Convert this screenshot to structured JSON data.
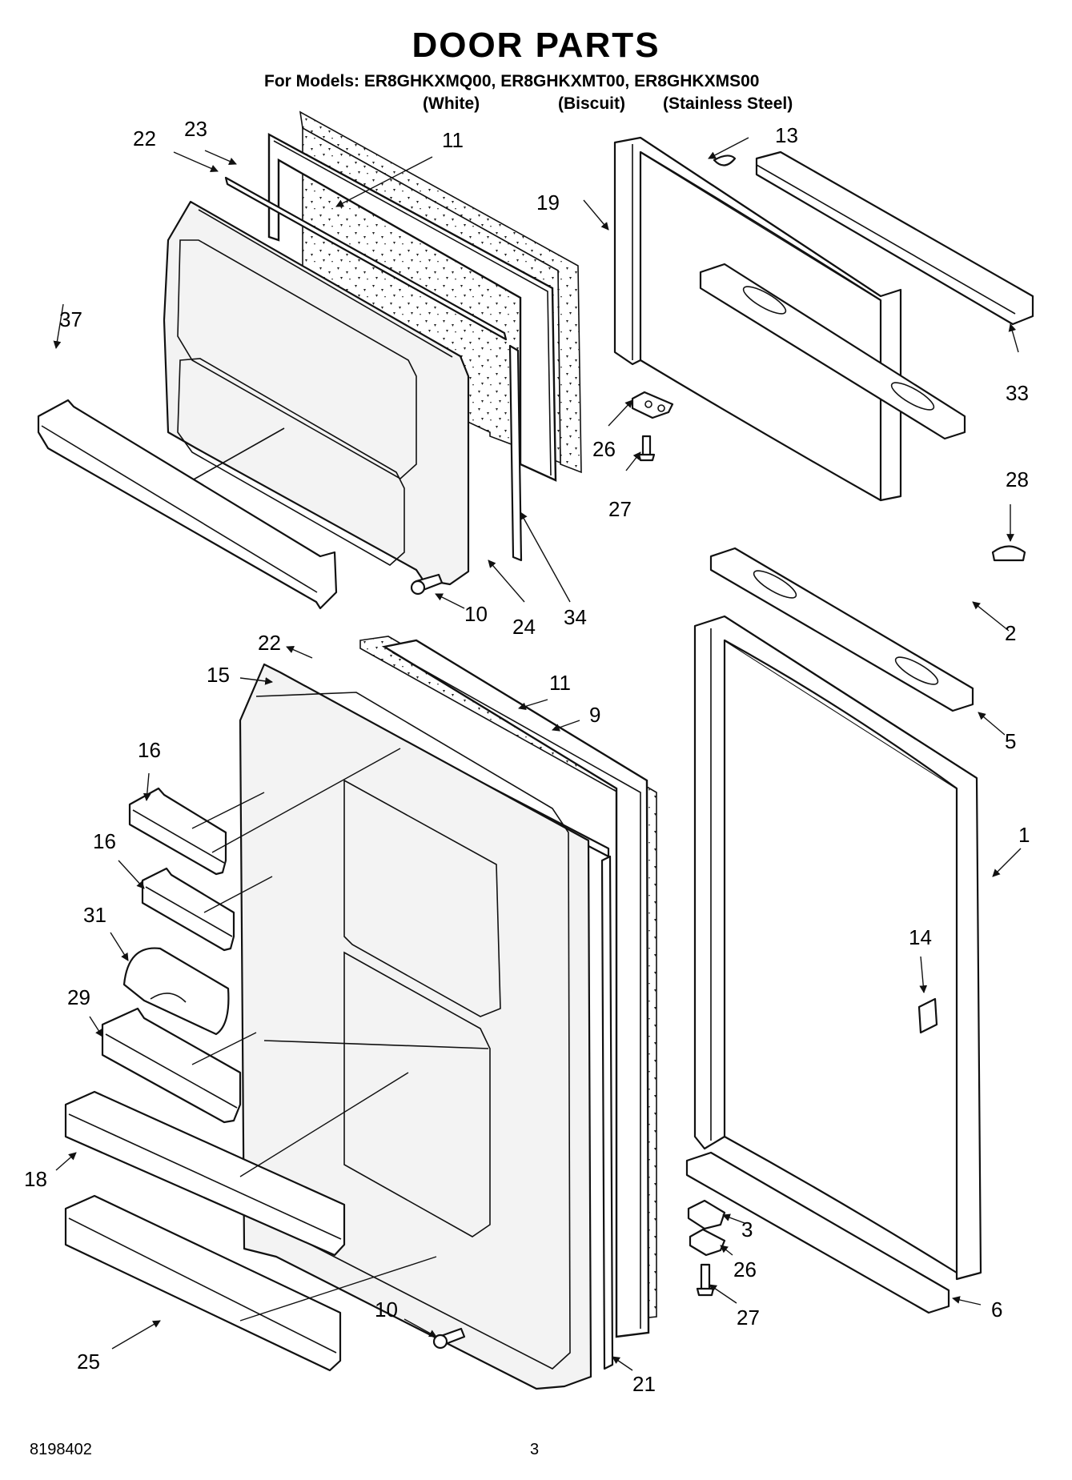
{
  "header": {
    "title": "DOOR PARTS",
    "models_line": "For Models: ER8GHKXMQ00, ER8GHKXMT00, ER8GHKXMS00",
    "variants": [
      "(White)",
      "(Biscuit)",
      "(Stainless Steel)"
    ]
  },
  "callouts": {
    "c1": "1",
    "c2": "2",
    "c3": "3",
    "c5": "5",
    "c6": "6",
    "c9": "9",
    "c10a": "10",
    "c10b": "10",
    "c11a": "11",
    "c11b": "11",
    "c13": "13",
    "c14": "14",
    "c15": "15",
    "c16a": "16",
    "c16b": "16",
    "c18": "18",
    "c19": "19",
    "c21": "21",
    "c22a": "22",
    "c22b": "22",
    "c23": "23",
    "c24": "24",
    "c25": "25",
    "c26a": "26",
    "c26b": "26",
    "c27a": "27",
    "c27b": "27",
    "c28": "28",
    "c29": "29",
    "c31": "31",
    "c33": "33",
    "c34": "34",
    "c37": "37"
  },
  "footer": {
    "doc_number": "8198402",
    "page_number": "3"
  }
}
